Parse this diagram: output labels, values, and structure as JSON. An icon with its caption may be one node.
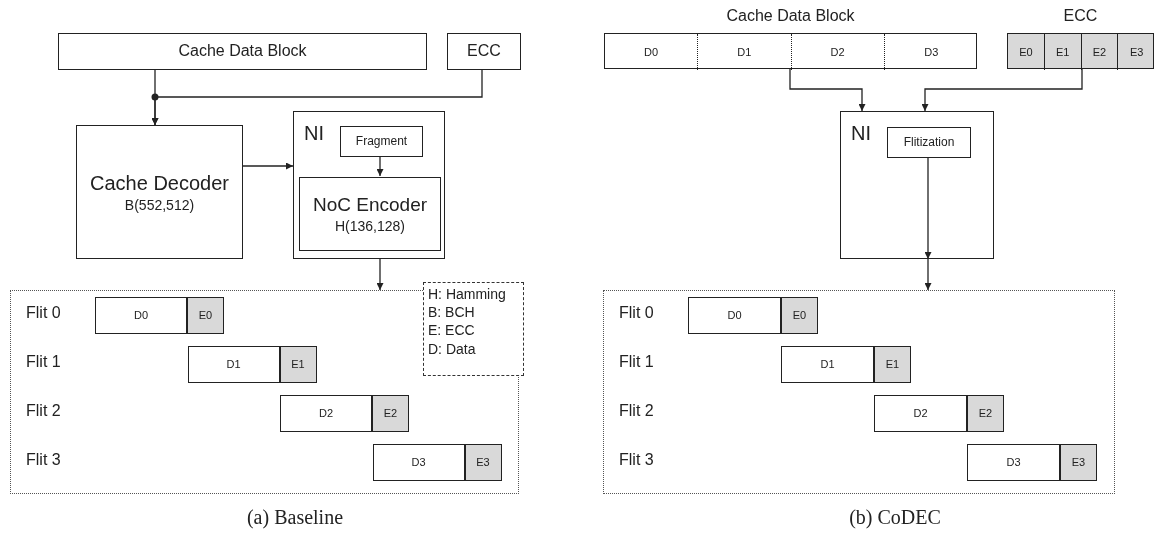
{
  "diagram": {
    "nodes": [
      {
        "text": [
          "Cache Data Block"
        ]
      },
      {
        "text": [
          "ECC"
        ]
      },
      {
        "text": [
          "Cache Decoder",
          "B(552,512)"
        ]
      },
      {
        "text": [
          "NI"
        ]
      },
      {
        "text": [
          "Fragment"
        ],
        "in": 3
      },
      {
        "text": [
          "NoC Encoder",
          "H(136,128)"
        ],
        "in": 3
      },
      {
        "text": [],
        "shape": "box"
      },
      {
        "text": [
          "H: Hamming",
          "B: BCH",
          "E: ECC",
          "D: Data"
        ]
      },
      {
        "text": [
          "D0"
        ],
        "in": 6
      },
      {
        "text": [
          "E0"
        ],
        "in": 6
      },
      {
        "text": [
          "D1"
        ],
        "in": 6
      },
      {
        "text": [
          "E1"
        ],
        "in": 6
      },
      {
        "text": [
          "D2"
        ],
        "in": 6
      },
      {
        "text": [
          "E2"
        ],
        "in": 6
      },
      {
        "text": [
          "D3"
        ],
        "in": 6
      },
      {
        "text": [
          "E3"
        ],
        "in": 6
      },
      {
        "text": [
          "Cache Data Block"
        ]
      },
      {
        "text": [
          "D0"
        ],
        "in": 16
      },
      {
        "text": [
          "D1"
        ],
        "in": 16
      },
      {
        "text": [
          "D2"
        ],
        "in": 16
      },
      {
        "text": [
          "D3"
        ],
        "in": 16
      },
      {
        "text": [
          "ECC"
        ]
      },
      {
        "text": [
          "E0"
        ],
        "in": 21
      },
      {
        "text": [
          "E1"
        ],
        "in": 21
      },
      {
        "text": [
          "E2"
        ],
        "in": 21
      },
      {
        "text": [
          "E3"
        ],
        "in": 21
      },
      {
        "text": [
          "NI"
        ]
      },
      {
        "text": [
          "Flitization"
        ],
        "in": 26
      },
      {
        "text": [],
        "shape": "box"
      },
      {
        "text": [
          "D0"
        ],
        "in": 28
      },
      {
        "text": [
          "E0"
        ],
        "in": 28
      },
      {
        "text": [
          "D1"
        ],
        "in": 28
      },
      {
        "text": [
          "E1"
        ],
        "in": 28
      },
      {
        "text": [
          "D2"
        ],
        "in": 28
      },
      {
        "text": [
          "E2"
        ],
        "in": 28
      },
      {
        "text": [
          "D3"
        ],
        "in": 28
      },
      {
        "text": [
          "E3"
        ],
        "in": 28
      }
    ],
    "edges": [
      {
        "from": 0,
        "to": 2,
        "arrow": "to"
      },
      {
        "from": 1,
        "to": 2,
        "arrow": "to"
      },
      {
        "from": 2,
        "to": 3,
        "arrow": "to"
      },
      {
        "from": 4,
        "to": 5,
        "arrow": "to"
      },
      {
        "from": 3,
        "to": 6,
        "arrow": "to"
      },
      {
        "from": 16,
        "to": 26,
        "arrow": "to"
      },
      {
        "from": 21,
        "to": 26,
        "arrow": "to"
      },
      {
        "from": 27,
        "to": 26,
        "arrow": "to"
      },
      {
        "from": 26,
        "to": 28,
        "arrow": "to"
      }
    ],
    "labels": [
      "Flit 0",
      "Flit 1",
      "Flit 2",
      "Flit 3",
      "Flit 0",
      "Flit 1",
      "Flit 2",
      "Flit 3",
      "(a) Baseline",
      "(b) CoDEC"
    ]
  }
}
